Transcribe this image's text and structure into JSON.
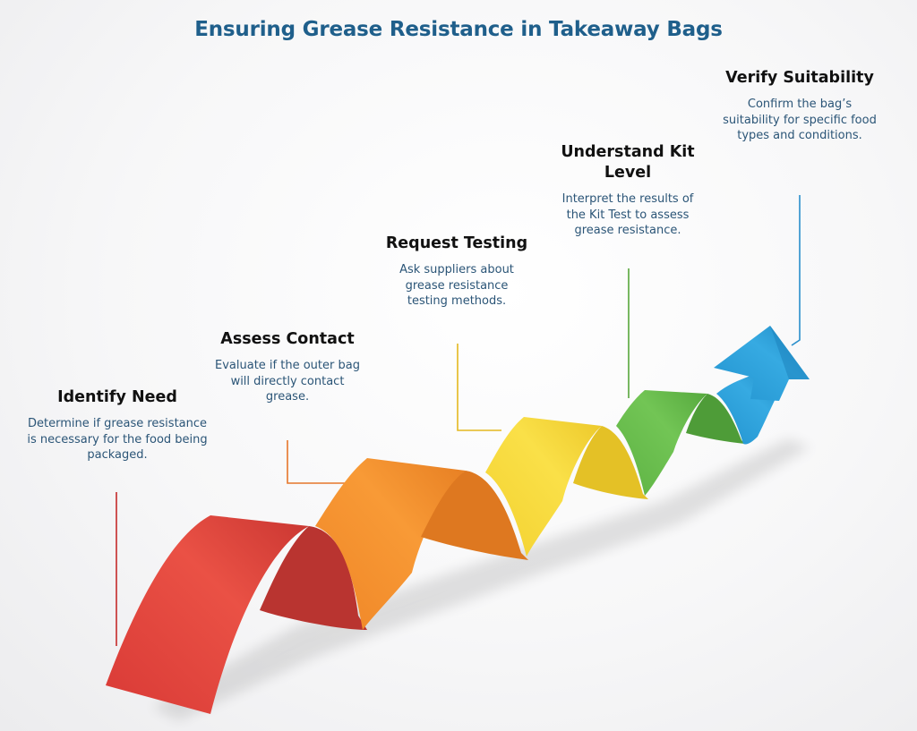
{
  "title": "Ensuring Grease Resistance in Takeaway Bags",
  "colors": {
    "title": "#1f5f8b",
    "description": "#2b5577",
    "red": "#e5483f",
    "orange": "#f5902e",
    "yellow": "#f7d93a",
    "green": "#6abf4b",
    "blue": "#2a9fd8"
  },
  "steps": [
    {
      "heading": "Identify Need",
      "description": "Determine if grease resistance is necessary for the food being packaged."
    },
    {
      "heading": "Assess Contact",
      "description": "Evaluate if the outer bag will directly contact grease."
    },
    {
      "heading": "Request Testing",
      "description": "Ask suppliers about grease resistance testing methods."
    },
    {
      "heading": "Understand Kit Level",
      "description": "Interpret the results of the Kit Test to assess grease resistance."
    },
    {
      "heading": "Verify Suitability",
      "description": "Confirm the bag’s suitability for specific food types and conditions."
    }
  ]
}
